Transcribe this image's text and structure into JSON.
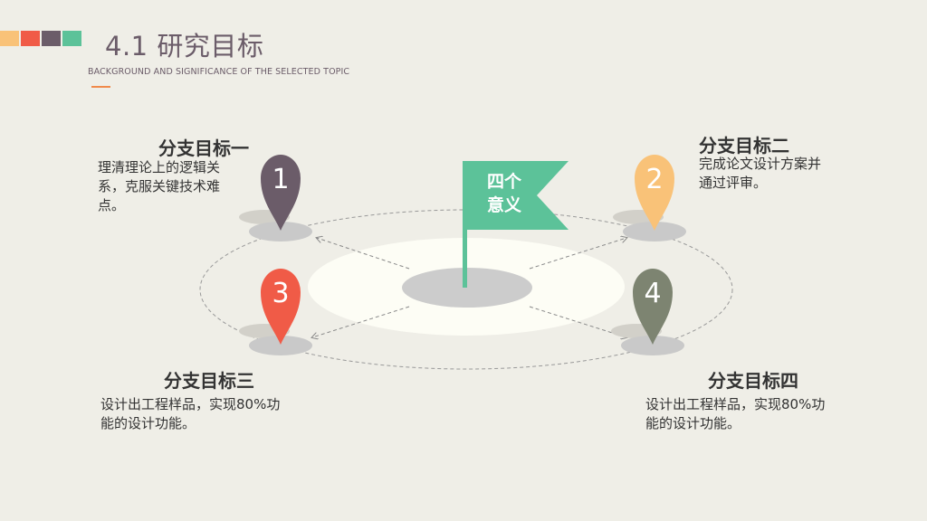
{
  "header": {
    "title": "4.1 研究目标",
    "subtitle": "BACKGROUND AND SIGNIFICANCE OF THE SELECTED TOPIC",
    "squares": [
      "#f9c278",
      "#f05b47",
      "#6b5c69",
      "#5cc299"
    ],
    "underline_color": "#f08a4b"
  },
  "center": {
    "flag_line1": "四个",
    "flag_line2": "意义",
    "flag_color": "#5cc299"
  },
  "goals": [
    {
      "number": "1",
      "title": "分支目标一",
      "desc_lines": [
        "理清理论上的逻辑关",
        "系，克服关键技术难",
        "点。"
      ],
      "color": "#6b5c69"
    },
    {
      "number": "2",
      "title": "分支目标二",
      "desc_lines": [
        "完成论文设计方案并",
        "通过评审。"
      ],
      "color": "#f9c278"
    },
    {
      "number": "3",
      "title": "分支目标三",
      "desc_lines": [
        "设计出工程样品，实现80%功",
        "能的设计功能。"
      ],
      "color": "#f05b47"
    },
    {
      "number": "4",
      "title": "分支目标四",
      "desc_lines": [
        "设计出工程样品，实现80%功",
        "能的设计功能。"
      ],
      "color": "#7d8471"
    }
  ]
}
